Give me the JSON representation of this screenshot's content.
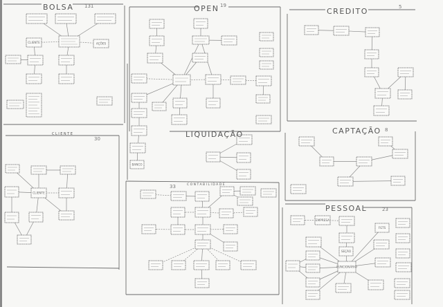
{
  "sections": {
    "bolsa": {
      "title": "BOLSA",
      "number": "131"
    },
    "open": {
      "title": "OPEN",
      "number": "19"
    },
    "credito": {
      "title": "CREDITO",
      "number": "5"
    },
    "cliente": {
      "title": "CLIENTE",
      "number": "30"
    },
    "liquidacao": {
      "title": "LIQUIDAÇÃO"
    },
    "contabilidade": {
      "title": "CONTABILIDADE",
      "number": "33"
    },
    "captacao": {
      "title": "CAPTAÇÃO",
      "number": "8"
    },
    "pessoal": {
      "title": "PESSOAL",
      "number": "23"
    }
  },
  "labels": {
    "cliente": "CLIENTE",
    "acoes": "AÇÕES",
    "banco": "BANCO",
    "empresa": "EMPRESA",
    "secao": "SEÇÃO",
    "funcionario": "FUNCIONÁRIO",
    "fgts": "FGTS"
  }
}
